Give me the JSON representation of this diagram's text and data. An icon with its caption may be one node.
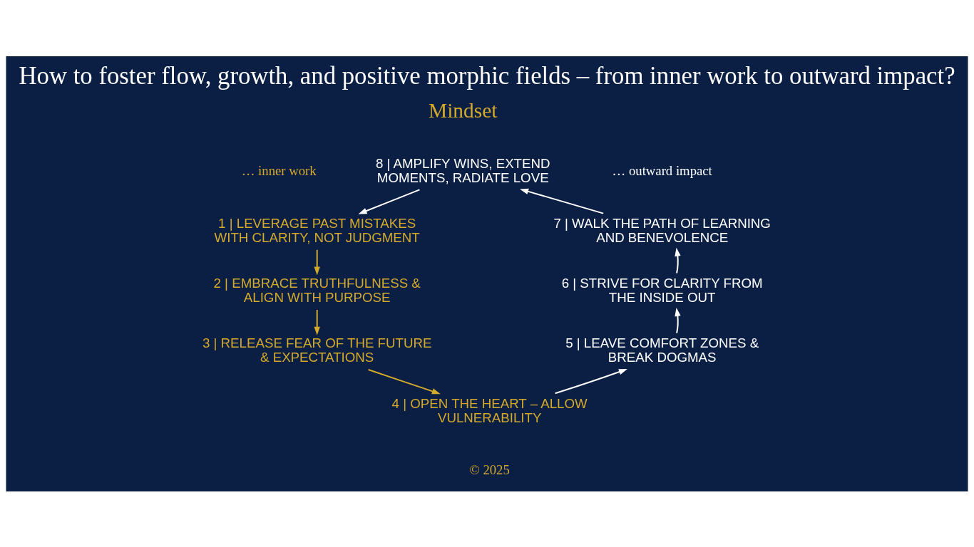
{
  "diagram": {
    "title": "How to foster flow, growth, and positive morphic fields – from inner work to outward impact?",
    "nodes": [
      {
        "text": [
          "8 | AMPLIFY WINS, EXTEND MOMENTS, RADIATE LOVE"
        ]
      },
      {
        "text": [
          "1 | LEVERAGE PAST MISTAKES WITH CLARITY, NOT JUDGMENT"
        ]
      },
      {
        "text": [
          "2 | EMBRACE TRUTHFULNESS & ALIGN WITH PURPOSE"
        ]
      },
      {
        "text": [
          "3 | RELEASE FEAR OF THE FUTURE & EXPECTATIONS"
        ]
      },
      {
        "text": [
          "4 | OPEN THE HEART – ALLOW VULNERABILITY"
        ]
      },
      {
        "text": [
          "5 | LEAVE COMFORT ZONES & BREAK DOGMAS"
        ]
      },
      {
        "text": [
          "6 | STRIVE FOR CLARITY FROM THE INSIDE OUT"
        ]
      },
      {
        "text": [
          "7 | WALK THE PATH OF LEARNING AND BENEVOLENCE"
        ]
      }
    ],
    "edges": [
      {
        "from": 0,
        "to": 1,
        "arrow": "to"
      },
      {
        "from": 1,
        "to": 2,
        "arrow": "to",
        "color": "#d4aa2c"
      },
      {
        "from": 2,
        "to": 3,
        "arrow": "to",
        "color": "#d4aa2c"
      },
      {
        "from": 3,
        "to": 4,
        "arrow": "to",
        "color": "#d4aa2c"
      },
      {
        "from": 4,
        "to": 5,
        "arrow": "to"
      },
      {
        "from": 5,
        "to": 6,
        "arrow": "to"
      },
      {
        "from": 6,
        "to": 7,
        "arrow": "to"
      },
      {
        "from": 7,
        "to": 0,
        "arrow": "to"
      }
    ],
    "labels": [
      "Mindset",
      "… inner work",
      "… outward impact",
      "© 2025"
    ]
  }
}
